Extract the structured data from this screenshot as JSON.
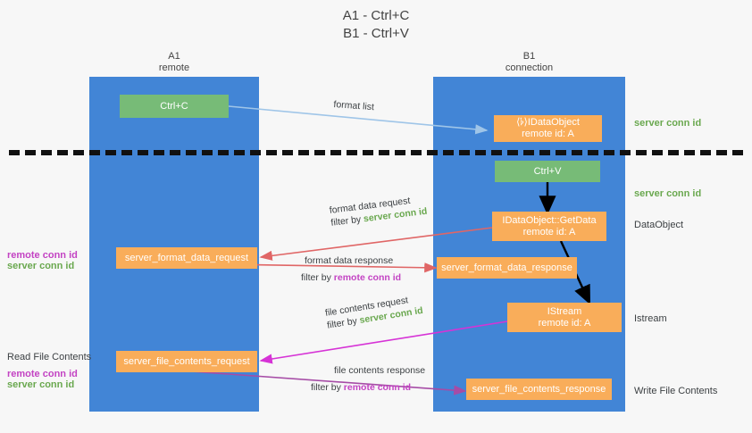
{
  "title": "A1 - Ctrl+C\nB1 - Ctrl+V",
  "columns": {
    "a1": {
      "title": "A1",
      "subtitle": "remote"
    },
    "b1": {
      "title": "B1",
      "subtitle": "connection"
    }
  },
  "nodes": {
    "ctrl_c": {
      "label": "Ctrl+C"
    },
    "ctrl_v": {
      "label": "Ctrl+V"
    },
    "idataobject_top": {
      "line1": "⟨𝄬⟩IDataObject",
      "line2": "remote id: A"
    },
    "idataobject_getdata": {
      "line1": "IDataObject::GetData",
      "line2": "remote id: A"
    },
    "istream": {
      "line1": "IStream",
      "line2": "remote id: A"
    },
    "server_format_data_request": {
      "label": "server_format_data_request"
    },
    "server_format_data_response": {
      "label": "server_format_data_response"
    },
    "server_file_contents_request": {
      "label": "server_file_contents_request"
    },
    "server_file_contents_response": {
      "label": "server_file_contents_response"
    }
  },
  "edges": {
    "format_list": {
      "label": "format list"
    },
    "format_data_request": {
      "label": "format data request",
      "filter_prefix": "filter by ",
      "filter_key": "server conn id"
    },
    "format_data_response": {
      "label": "format data response",
      "filter_prefix": "filter by ",
      "filter_key": "remote conn id"
    },
    "file_contents_request": {
      "label": "file contents request",
      "filter_prefix": "filter by ",
      "filter_key": "server conn id"
    },
    "file_contents_response": {
      "label": "file contents response",
      "filter_prefix": "filter by ",
      "filter_key": "remote conn id"
    }
  },
  "right_notes": {
    "server_conn_id_top": "server conn id",
    "server_conn_id_mid": "server conn id",
    "dataobject": "DataObject",
    "istream": "Istream",
    "write_file_contents": "Write File Contents"
  },
  "left_notes": {
    "remote_conn_id_upper": "remote conn id",
    "server_conn_id_upper": "server conn id",
    "read_file_contents": "Read File Contents",
    "remote_conn_id_lower": "remote conn id",
    "server_conn_id_lower": "server conn id"
  },
  "colors": {
    "lane": "#4285d6",
    "green_box": "#77bb77",
    "orange_box": "#f9ad5a",
    "green_text": "#6aa84f",
    "magenta_text": "#c343c3",
    "arrow_blue": "#9fc5e8",
    "arrow_red": "#e06666",
    "arrow_magenta": "#d633d6",
    "arrow_purple": "#a64ca6",
    "arrow_black": "#000000",
    "background": "#f7f7f7"
  }
}
